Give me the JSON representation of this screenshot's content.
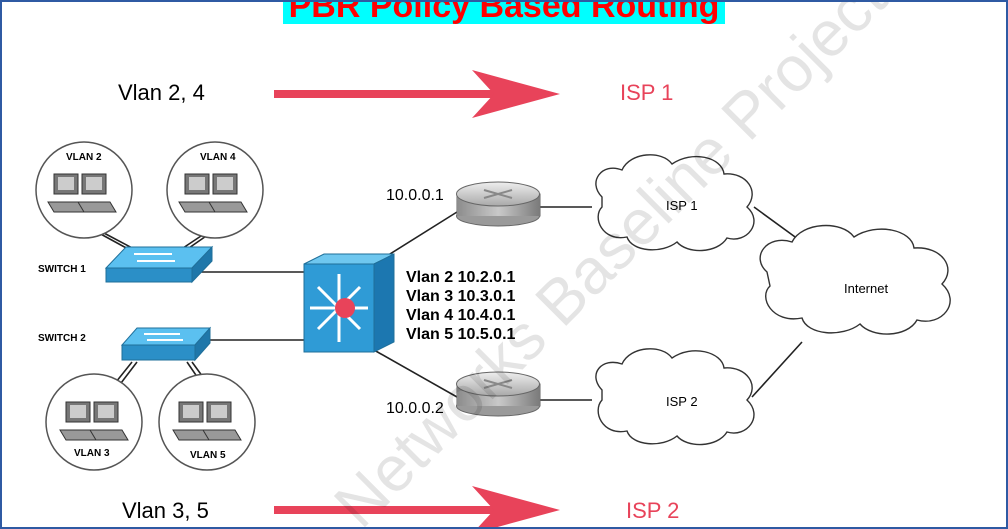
{
  "title": "PBR Policy Based Routing",
  "flows": [
    {
      "source": "Vlan 2, 4",
      "target": "ISP 1"
    },
    {
      "source": "Vlan 3, 5",
      "target": "ISP 2"
    }
  ],
  "routers": [
    {
      "ip": "10.0.0.1"
    },
    {
      "ip": "10.0.0.2"
    }
  ],
  "core_switch": {
    "interfaces": [
      "Vlan 2 10.2.0.1",
      "Vlan 3 10.3.0.1",
      "Vlan 4 10.4.0.1",
      "Vlan 5 10.5.0.1"
    ]
  },
  "switches": [
    {
      "label": "SWITCH 1"
    },
    {
      "label": "SWITCH 2"
    }
  ],
  "vlan_groups": [
    {
      "label": "VLAN 2"
    },
    {
      "label": "VLAN 4"
    },
    {
      "label": "VLAN 3"
    },
    {
      "label": "VLAN 5"
    }
  ],
  "clouds": [
    {
      "label": "ISP 1"
    },
    {
      "label": "ISP 2"
    },
    {
      "label": "Internet"
    }
  ],
  "watermark": "Networks Baseline Project",
  "colors": {
    "arrow": "#e8435a",
    "title_bg": "#00ffff",
    "title_text": "#ff0000",
    "switch": "#3aa8e0",
    "border": "#2f5aa3"
  }
}
